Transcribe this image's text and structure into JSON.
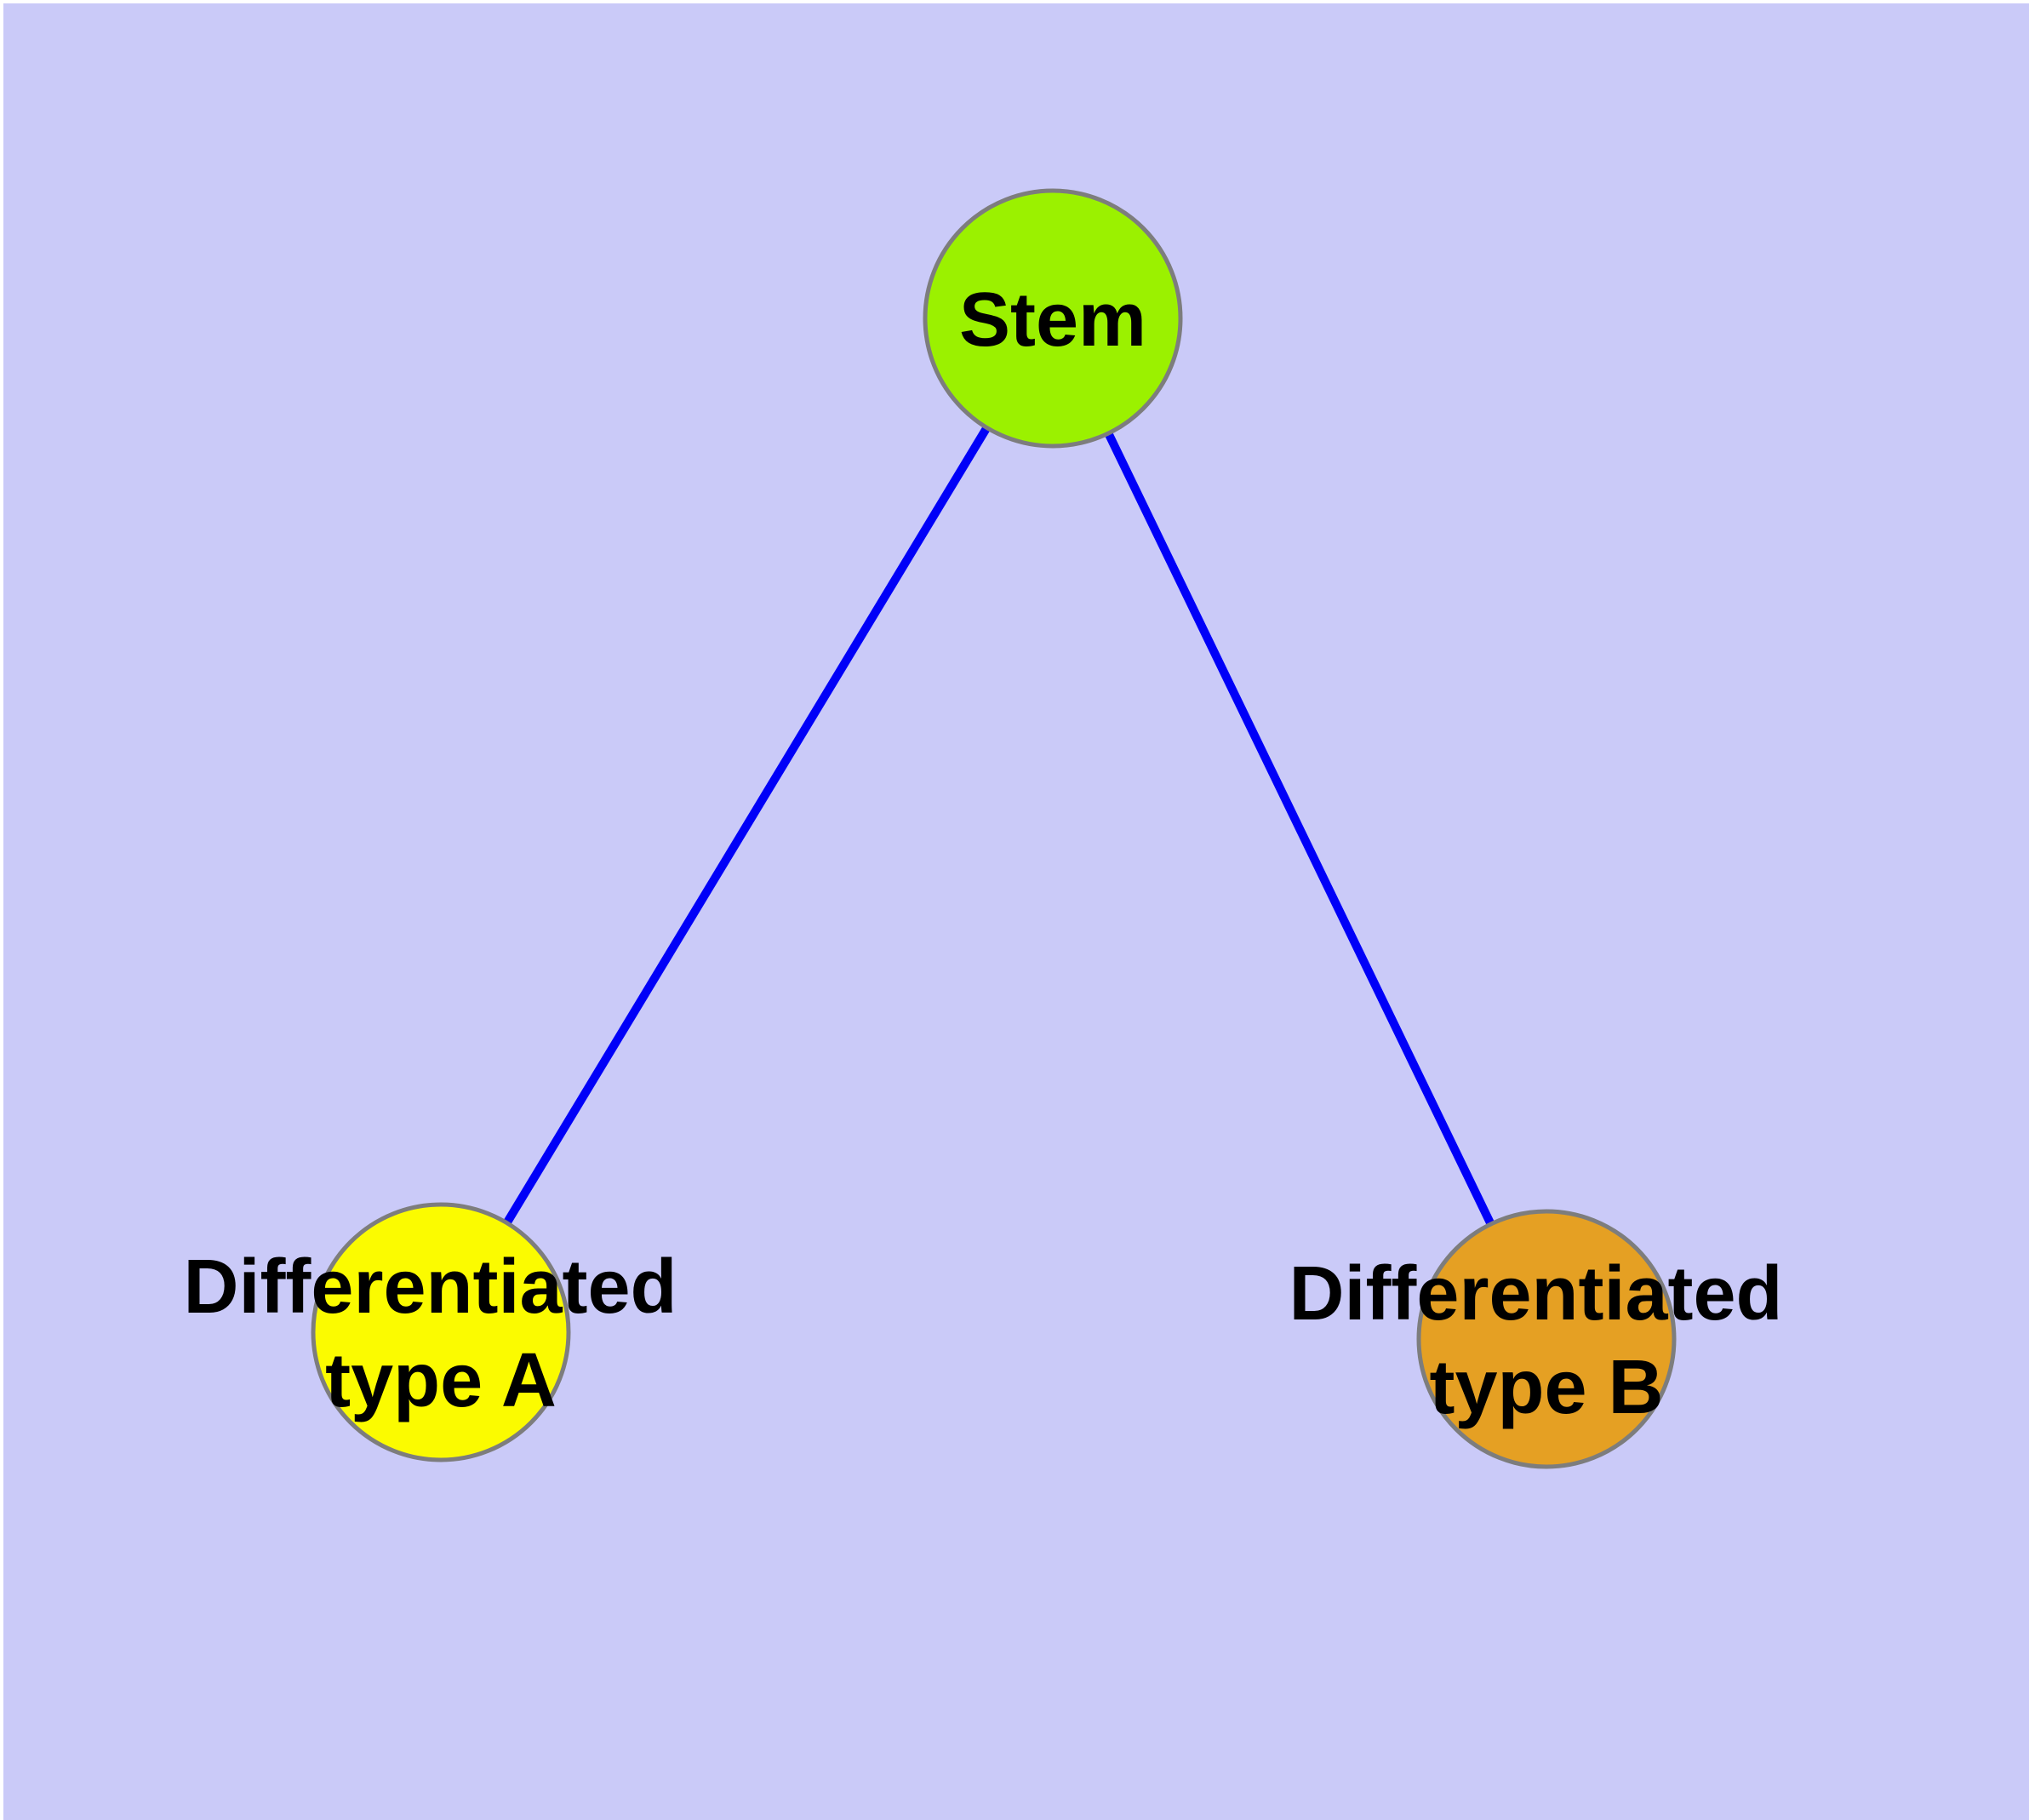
{
  "diagram": {
    "description": "Cell differentiation tree: a stem node with two differentiated child types",
    "background_color": "#CACAF8",
    "margin_color": "#FFFFFF",
    "label_color": "#000000",
    "node_border_color": "#7D7D7D",
    "edge": {
      "color": "#0000F8"
    },
    "nodes": {
      "stem": {
        "label": "Stem",
        "fill": "#9BF100"
      },
      "type_a": {
        "line1": "Differentiated",
        "line2": "type A",
        "fill": "#FBFB00"
      },
      "type_b": {
        "line1": "Differentiated",
        "line2": "type B",
        "fill": "#E5A023"
      }
    }
  }
}
